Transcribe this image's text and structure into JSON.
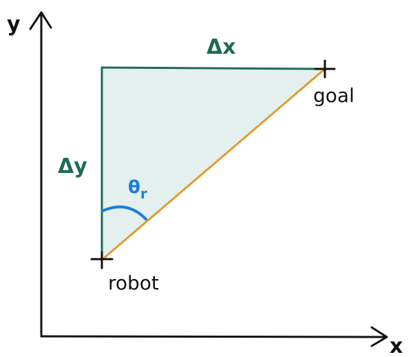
{
  "labels": {
    "y_axis": "y",
    "x_axis": "x",
    "delta_x": "Δx",
    "delta_y": "Δy",
    "theta": "θ",
    "theta_sub": "r",
    "goal": "goal",
    "robot": "robot"
  },
  "colors": {
    "axes": "#111111",
    "triangle_edge": "#1e6b55",
    "triangle_fill": "#e3f0ee",
    "hypotenuse": "#e39a2d",
    "angle_arc": "#1a7de0"
  }
}
